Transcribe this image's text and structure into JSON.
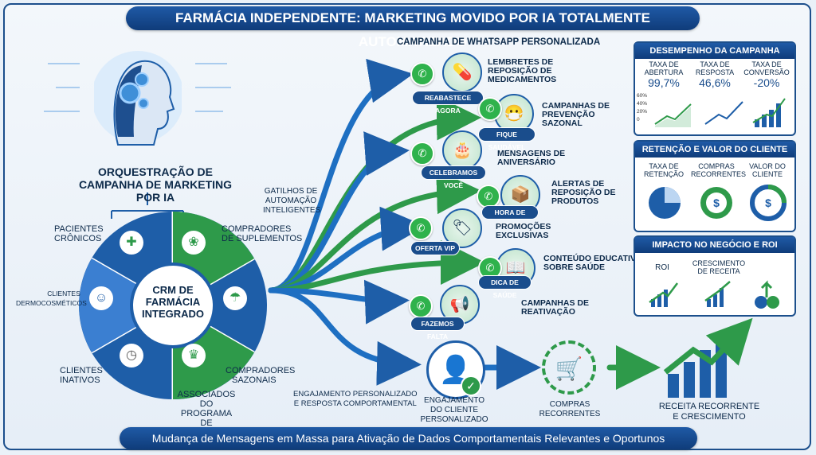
{
  "title": "FARMÁCIA INDEPENDENTE: MARKETING MOVIDO POR IA TOTALMENTE AUTOMATIZADO",
  "footer": "Mudança de Mensagens em Massa para Ativação de Dados Comportamentais Relevantes e Oportunos",
  "ai_label": {
    "line1": "ORQUESTRAÇÃO DE",
    "line2": "CAMPANHA DE MARKETING POR IA"
  },
  "crm": {
    "center_line1": "CRM DE",
    "center_line2": "FARMÁCIA",
    "center_line3": "INTEGRADO",
    "segments": {
      "chronic_1": "PACIENTES",
      "chronic_2": "CRÔNICOS",
      "supplements_1": "COMPRADORES",
      "supplements_2": "DE SUPLEMENTOS",
      "dermo_1": "CLIENTES",
      "dermo_2": "DERMOCOSMÉTICOS",
      "seasonal_1": "COMPRADORES",
      "seasonal_2": "SAZONAIS",
      "inactive_1": "CLIENTES",
      "inactive_2": "INATIVOS",
      "loyalty_1": "ASSOCIADOS",
      "loyalty_2": "DO PROGRAMA",
      "loyalty_3": "DE FIDELIDADE"
    }
  },
  "triggers": {
    "line1": "GATILHOS DE",
    "line2": "AUTOMAÇÃO",
    "line3": "INTELIGENTES"
  },
  "whatsapp_header": "CAMPANHA DE WHATSAPP PERSONALIZADA",
  "campaigns": [
    {
      "pill": "REABASTECE AGORA",
      "l1": "LEMBRETES DE",
      "l2": "REPOSIÇÃO DE",
      "l3": "MEDICAMENTOS"
    },
    {
      "pill": "FIQUE SAUDÁVEL",
      "l1": "CAMPANHAS DE",
      "l2": "PREVENÇÃO",
      "l3": "SAZONAL"
    },
    {
      "pill": "CELEBRAMOS VOCÊ",
      "l1": "MENSAGENS DE",
      "l2": "ANIVERSÁRIO",
      "l3": ""
    },
    {
      "pill": "HORA DE REPOR",
      "l1": "ALERTAS DE",
      "l2": "REPOSIÇÃO DE",
      "l3": "PRODUTOS"
    },
    {
      "pill": "OFERTA VIP",
      "l1": "PROMOÇÕES",
      "l2": "EXCLUSIVAS",
      "l3": ""
    },
    {
      "pill": "DICA DE SAÚDE",
      "l1": "CONTEÚDO EDUCATIVO",
      "l2": "SOBRE SAÚDE",
      "l3": ""
    },
    {
      "pill": "FAZEMOS FALTA",
      "l1": "CAMPANHAS DE",
      "l2": "REATIVAÇÃO",
      "l3": ""
    }
  ],
  "engagement": {
    "line1": "ENGAJAMENTO PERSONALIZADO",
    "line2": "E RESPOSTA COMPORTAMENTAL"
  },
  "engaged_client": {
    "line1": "ENGAJAMENTO",
    "line2": "DO CLIENTE",
    "line3": "PERSONALIZADO"
  },
  "recurring": {
    "line1": "COMPRAS",
    "line2": "RECORRENTES"
  },
  "revenue": {
    "line1": "RECEITA RECORRENTE",
    "line2": "E CRESCIMENTO"
  },
  "performance": {
    "title": "DESEMPENHO DA CAMPANHA",
    "open_l1": "TAXA DE",
    "open_l2": "ABERTURA",
    "open_val": "99,7%",
    "resp_l1": "TAXA DE",
    "resp_l2": "RESPOSTA",
    "resp_val": "46,6%",
    "conv_l1": "TAXA DE",
    "conv_l2": "CONVERSÃO",
    "conv_val": "-20%",
    "axis": [
      "60%",
      "40%",
      "20%",
      "0"
    ]
  },
  "retention": {
    "title": "RETENÇÃO E VALOR DO CLIENTE",
    "c1_l1": "TAXA DE",
    "c1_l2": "RETENÇÃO",
    "c2_l1": "COMPRAS",
    "c2_l2": "RECORRENTES",
    "c3_l1": "VALOR DO",
    "c3_l2": "CLIENTE"
  },
  "impact": {
    "title": "IMPACTO NO NEGÓCIO E ROI",
    "roi": "ROI",
    "growth_l1": "CRESCIMENTO",
    "growth_l2": "DE RECEITA"
  }
}
